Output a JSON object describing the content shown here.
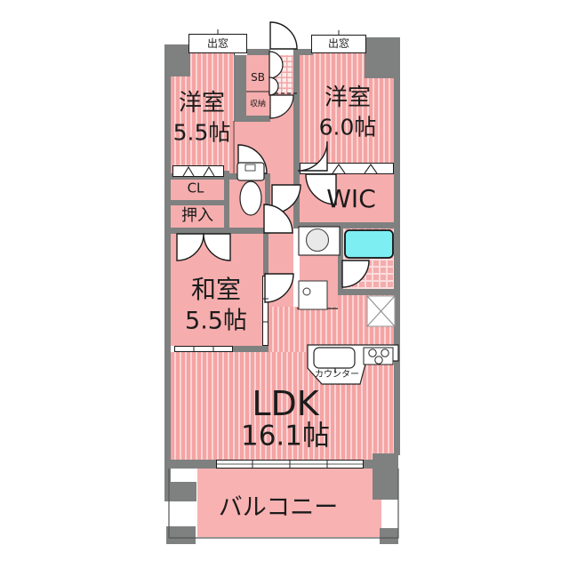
{
  "floorplan": {
    "rooms": {
      "western1": {
        "name": "洋室",
        "size": "5.5帖"
      },
      "western2": {
        "name": "洋室",
        "size": "6.0帖"
      },
      "japanese": {
        "name": "和室",
        "size": "5.5帖"
      },
      "ldk": {
        "name": "LDK",
        "size": "16.1帖"
      },
      "wic": {
        "name": "WIC"
      },
      "balcony": {
        "name": "バルコニー"
      }
    },
    "storage": {
      "shoe_box": "SB",
      "hall_storage": "収納",
      "closet": "CL",
      "oshiire": "押入"
    },
    "windows": {
      "bay_left": "出窓",
      "bay_right": "出窓"
    },
    "kitchen": {
      "counter_label": "カウンター"
    },
    "colors": {
      "room_pink": "#f6adad",
      "stripe_light": "#fcd9d9",
      "wall_gray": "#7f8080",
      "bathtub_cyan": "#7deef2",
      "tile_base": "#fdecec"
    }
  }
}
